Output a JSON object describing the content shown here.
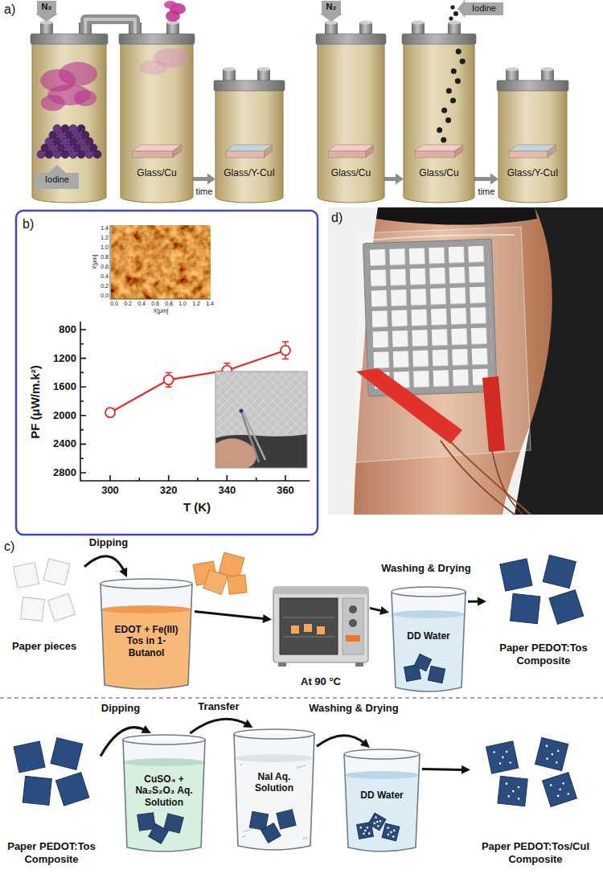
{
  "diagram": {
    "nodes": [
      {
        "text": [
          "Iodine"
        ]
      },
      {
        "text": [
          "Glass/Cu"
        ]
      },
      {
        "text": [
          "Glass/Y-CuI"
        ]
      },
      {
        "text": [
          "Glass/Cu"
        ]
      },
      {
        "text": [
          "Glass/Cu"
        ]
      },
      {
        "text": [
          "Glass/Y-CuI"
        ]
      },
      {
        "text": [
          "Paper pieces"
        ]
      },
      {
        "text": [
          "EDOT + Fe(III) Tos in 1-Butanol"
        ]
      },
      {
        "text": [
          "At 90 °C"
        ]
      },
      {
        "text": [
          "DD Water"
        ]
      },
      {
        "text": [
          "Paper PEDOT:Tos Composite"
        ]
      },
      {
        "text": [
          "Paper PEDOT:Tos Composite"
        ]
      },
      {
        "text": [
          "CuSO₄ + Na₂S₂O₃ Aq. Solution"
        ]
      },
      {
        "text": [
          "NaI Aq. Solution"
        ]
      },
      {
        "text": [
          "DD Water"
        ]
      },
      {
        "text": [
          "Paper PEDOT:Tos/CuI Composite"
        ]
      }
    ],
    "edges": [
      {
        "from": 0,
        "to": 1,
        "arrow": "none"
      },
      {
        "from": 1,
        "to": 2,
        "arrow": "to",
        "label": "time"
      },
      {
        "from": 3,
        "to": 4,
        "arrow": "to"
      },
      {
        "from": 4,
        "to": 5,
        "arrow": "to",
        "label": "time"
      },
      {
        "from": 6,
        "to": 7,
        "arrow": "to",
        "label": "Dipping"
      },
      {
        "from": 7,
        "to": 8,
        "arrow": "to"
      },
      {
        "from": 8,
        "to": 9,
        "arrow": "to",
        "label": "Washing & Drying"
      },
      {
        "from": 9,
        "to": 10,
        "arrow": "to"
      },
      {
        "from": 11,
        "to": 12,
        "arrow": "to",
        "label": "Dipping"
      },
      {
        "from": 12,
        "to": 13,
        "arrow": "to",
        "label": "Transfer"
      },
      {
        "from": 13,
        "to": 14,
        "arrow": "to",
        "label": "Washing & Drying"
      },
      {
        "from": 14,
        "to": 15,
        "arrow": "to"
      }
    ],
    "labels": [
      "a)",
      "N₂",
      "N₂",
      "Iodine",
      "b)",
      "PF (μW/m.k²)",
      "2800",
      "2400",
      "2000",
      "1600",
      "1200",
      "800",
      "300",
      "320",
      "340",
      "360",
      "T (K)",
      "Y[μm]",
      "1.4",
      "1.2",
      "1.0",
      "0.8",
      "0.6",
      "0.4",
      "0.2",
      "0.0",
      "0.0",
      "0.2",
      "0.4",
      "0.6",
      "0.8",
      "1.0",
      "1.2",
      "1.4",
      "X[μm]",
      "c)",
      "d)"
    ]
  }
}
